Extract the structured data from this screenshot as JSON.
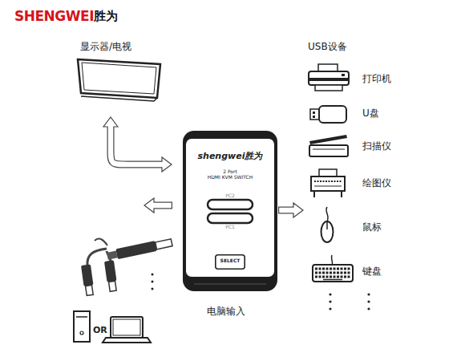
{
  "diagram": {
    "nodes": [
      {
        "text": [
          "显示器/电视"
        ]
      },
      {
        "text": [
          "shengwei胜为",
          "2 Port",
          "HDMI KVM SWITCH"
        ]
      },
      {
        "text": [
          "PC2"
        ],
        "in": 1
      },
      {
        "text": [
          "PC1"
        ],
        "in": 1
      },
      {
        "text": [
          "SELECT"
        ],
        "in": 1
      },
      {
        "text": [
          "USB设备"
        ]
      }
    ],
    "edges": [
      {
        "from": 0,
        "to": 1,
        "arrow": "both"
      },
      {
        "from": 1,
        "to": 5,
        "arrow": "to"
      }
    ],
    "labels": [
      "SHENGWEI",
      "胜为",
      "打印机",
      "U盘",
      "扫描仪",
      "绘图仪",
      "鼠标",
      "键盘",
      "电脑输入",
      "OR"
    ]
  }
}
